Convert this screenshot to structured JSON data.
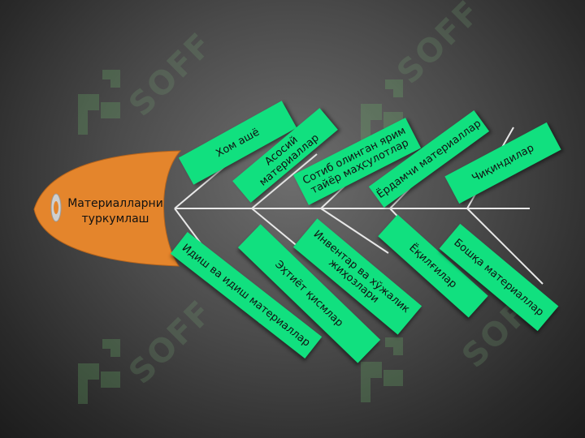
{
  "watermark": {
    "text": "SOFF"
  },
  "head": {
    "label": "Материалларни туркумлаш"
  },
  "top_branches": [
    {
      "label": "Хом ашё"
    },
    {
      "label": "Асосий материаллар"
    },
    {
      "label": "Сотиб олинган ярим тайёр маҳсулотлар"
    },
    {
      "label": "Ёрдамчи материаллар"
    },
    {
      "label": "Чиқиндилар"
    }
  ],
  "bottom_branches": [
    {
      "label": "Идиш ва идиш материаллар"
    },
    {
      "label": "Эҳтиёт қисмлар"
    },
    {
      "label": "Инвентар ва хўжалик жиҳозлари"
    },
    {
      "label": "Ёқилғилар"
    },
    {
      "label": "Бошқа материаллар"
    }
  ],
  "colors": {
    "head": "#e4852c",
    "box": "#11e07f",
    "bone": "#e8e8e8"
  }
}
